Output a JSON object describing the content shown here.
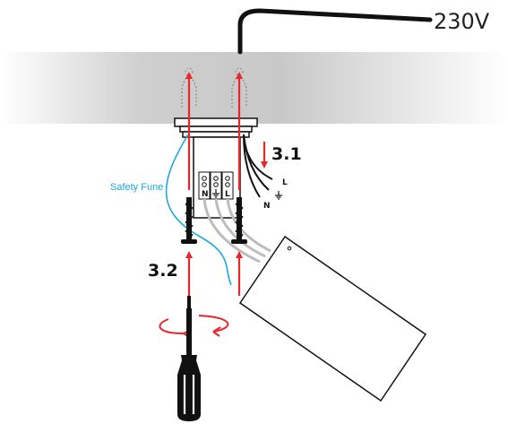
{
  "supply_label": "230V",
  "step_upper": "3.1",
  "step_lower": "3.2",
  "fuse_label": "Safety Fune",
  "wire_labels": {
    "live": "L",
    "neutral": "N"
  },
  "terminal_labels": [
    "N",
    "L"
  ],
  "colors": {
    "arrow": "#e8262c",
    "fuse_wire": "#1aa9e0",
    "cable": "#111111",
    "ceiling_mid": "#c9c9c9",
    "outline": "#111111"
  },
  "icons": [
    "ground-symbol-icon",
    "rotation-arrow-icon",
    "screwdriver-icon",
    "wall-plug-icon",
    "screw-icon"
  ]
}
